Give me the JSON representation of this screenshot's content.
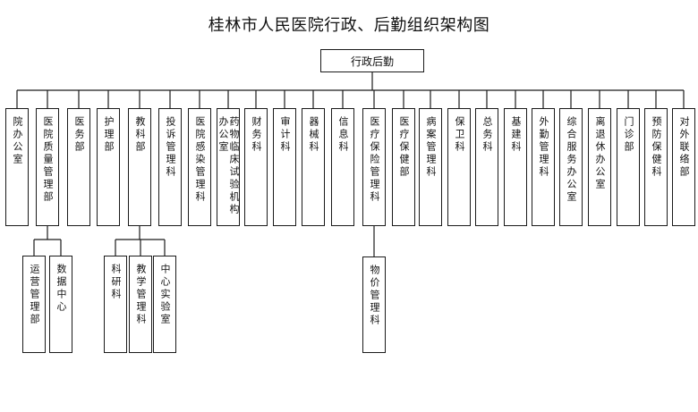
{
  "title": "桂林市人民医院行政、后勤组织架构图",
  "root": "行政后勤",
  "departments": [
    {
      "id": "d0",
      "label": "院办公室"
    },
    {
      "id": "d1",
      "label": "医院质量管理部"
    },
    {
      "id": "d2",
      "label": "医务部"
    },
    {
      "id": "d3",
      "label": "护理部"
    },
    {
      "id": "d4",
      "label": "教科部"
    },
    {
      "id": "d5",
      "label": "投诉管理科"
    },
    {
      "id": "d6",
      "label": "医院感染管理科"
    },
    {
      "id": "d7",
      "label": "药物临床试验机构办公室"
    },
    {
      "id": "d8",
      "label": "财务科"
    },
    {
      "id": "d9",
      "label": "审计科"
    },
    {
      "id": "d10",
      "label": "器械科"
    },
    {
      "id": "d11",
      "label": "信息科"
    },
    {
      "id": "d12",
      "label": "医疗保险管理科"
    },
    {
      "id": "d13",
      "label": "医疗保健部"
    },
    {
      "id": "d14",
      "label": "病案管理科"
    },
    {
      "id": "d15",
      "label": "保卫科"
    },
    {
      "id": "d16",
      "label": "总务科"
    },
    {
      "id": "d17",
      "label": "基建科"
    },
    {
      "id": "d18",
      "label": "外勤管理科"
    },
    {
      "id": "d19",
      "label": "综合服务办公室"
    },
    {
      "id": "d20",
      "label": "离退休办公室"
    },
    {
      "id": "d21",
      "label": "门诊部"
    },
    {
      "id": "d22",
      "label": "预防保健科"
    },
    {
      "id": "d23",
      "label": "对外联络部"
    }
  ],
  "sub_departments": [
    {
      "id": "s0",
      "parent": "d1",
      "label": "运营管理部"
    },
    {
      "id": "s1",
      "parent": "d1",
      "label": "数据中心"
    },
    {
      "id": "s2",
      "parent": "d4",
      "label": "科研科"
    },
    {
      "id": "s3",
      "parent": "d4",
      "label": "教学管理科"
    },
    {
      "id": "s4",
      "parent": "d4",
      "label": "中心实验室"
    },
    {
      "id": "s5",
      "parent": "d12",
      "label": "物价管理科"
    }
  ]
}
